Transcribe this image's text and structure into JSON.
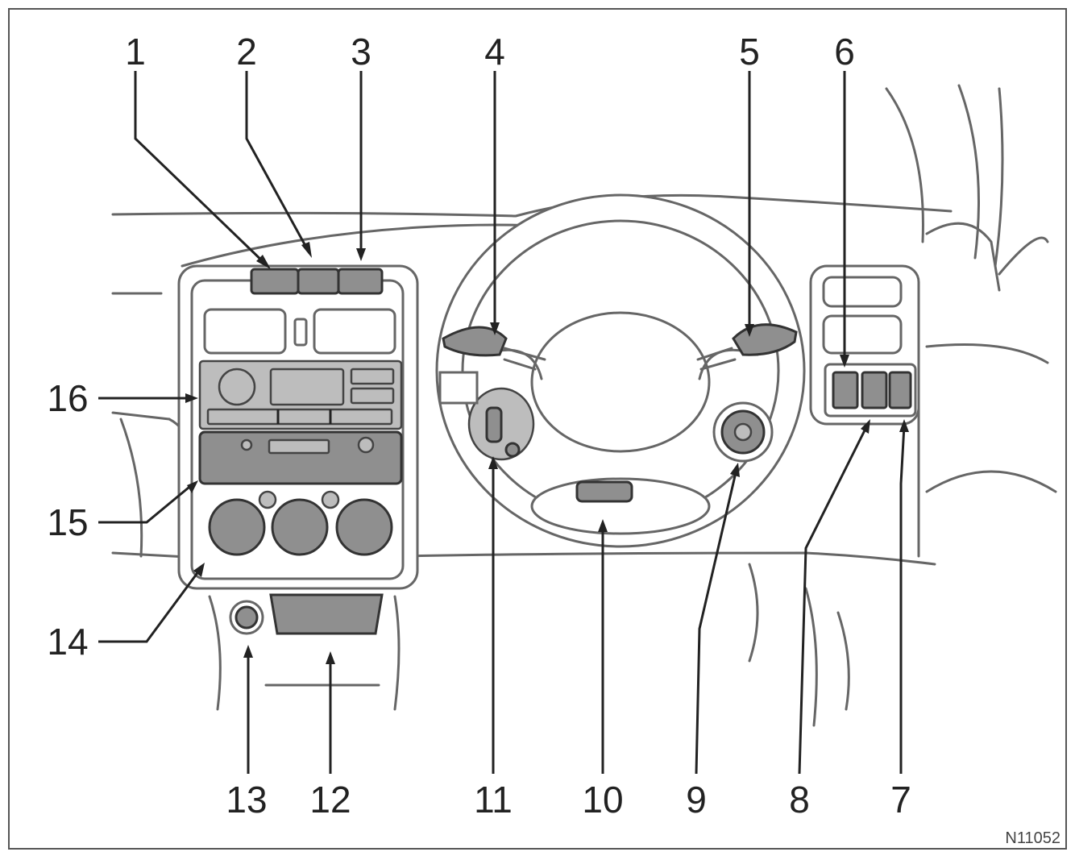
{
  "figure_code": "N11052",
  "callouts": [
    {
      "id": "c1",
      "label": "1"
    },
    {
      "id": "c2",
      "label": "2"
    },
    {
      "id": "c3",
      "label": "3"
    },
    {
      "id": "c4",
      "label": "4"
    },
    {
      "id": "c5",
      "label": "5"
    },
    {
      "id": "c6",
      "label": "6"
    },
    {
      "id": "c7",
      "label": "7"
    },
    {
      "id": "c8",
      "label": "8"
    },
    {
      "id": "c9",
      "label": "9"
    },
    {
      "id": "c10",
      "label": "10"
    },
    {
      "id": "c11",
      "label": "11"
    },
    {
      "id": "c12",
      "label": "12"
    },
    {
      "id": "c13",
      "label": "13"
    },
    {
      "id": "c14",
      "label": "14"
    },
    {
      "id": "c15",
      "label": "15"
    },
    {
      "id": "c16",
      "label": "16"
    }
  ]
}
